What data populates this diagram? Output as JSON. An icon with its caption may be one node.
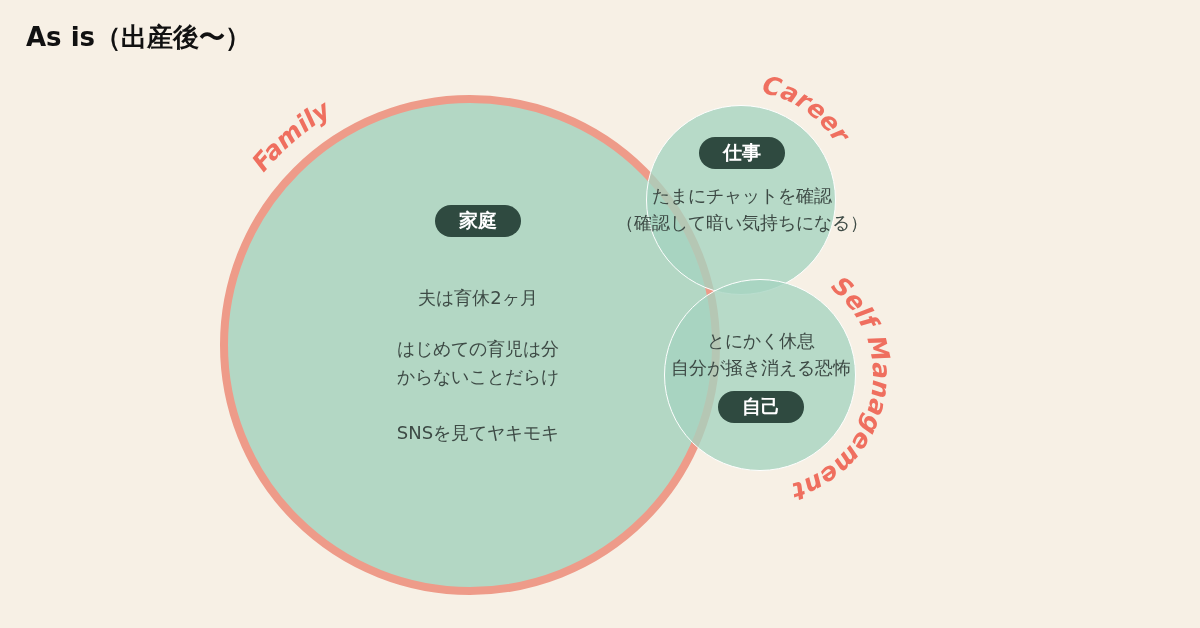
{
  "diagram": {
    "title": "As is（出産後〜）",
    "nodes": [
      {
        "text": [
          "家庭",
          "夫は育休2ヶ月",
          "はじめての育児は分からないことだらけ",
          "SNSを見てヤキモキ",
          "Family"
        ]
      },
      {
        "text": [
          "仕事",
          "たまにチャットを確認",
          "（確認して暗い気持ちになる）",
          "Career"
        ]
      },
      {
        "text": [
          "とにかく休息",
          "自分が掻き消える恐怖",
          "自己",
          "Self Management"
        ]
      }
    ],
    "edges": []
  }
}
